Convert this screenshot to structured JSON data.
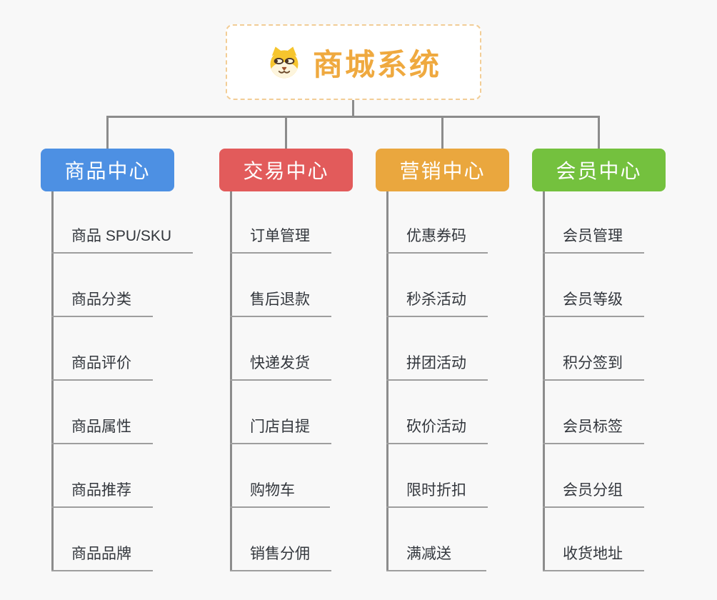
{
  "root": {
    "title": "商城系统",
    "icon": "dog-face-icon"
  },
  "colors": {
    "background": "#f8f8f8",
    "connector": "#8c8c8c",
    "underline": "#9e9e9e",
    "root_border": "#f2cd96",
    "root_text": "#efa93f",
    "leaf_text": "#33373d"
  },
  "branches": [
    {
      "label": "商品中心",
      "color": "#4d90e3",
      "items": [
        "商品 SPU/SKU",
        "商品分类",
        "商品评价",
        "商品属性",
        "商品推荐",
        "商品品牌"
      ]
    },
    {
      "label": "交易中心",
      "color": "#e25b5b",
      "items": [
        "订单管理",
        "售后退款",
        "快递发货",
        "门店自提",
        "购物车",
        "销售分佣"
      ]
    },
    {
      "label": "营销中心",
      "color": "#eaa73e",
      "items": [
        "优惠券码",
        "秒杀活动",
        "拼团活动",
        "砍价活动",
        "限时折扣",
        "满减送"
      ]
    },
    {
      "label": "会员中心",
      "color": "#74c13e",
      "items": [
        "会员管理",
        "会员等级",
        "积分签到",
        "会员标签",
        "会员分组",
        "收货地址"
      ]
    }
  ]
}
